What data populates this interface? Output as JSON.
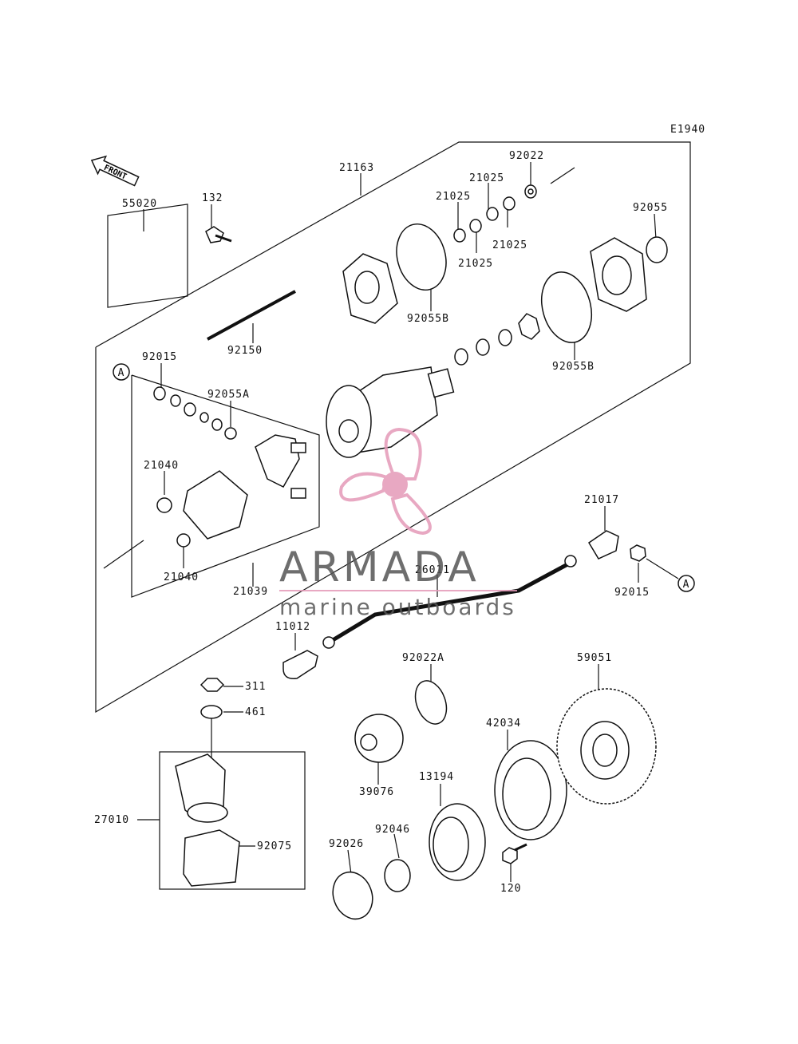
{
  "diagram_code": "E1940",
  "front_label": "FRONT",
  "labels": {
    "p21163": "21163",
    "p92022": "92022",
    "p21025a": "21025",
    "p21025b": "21025",
    "p21025c": "21025",
    "p21025d": "21025",
    "p92055": "92055",
    "p55020": "55020",
    "p132": "132",
    "p92055B_1": "92055B",
    "p92055B_2": "92055B",
    "p92150": "92150",
    "p92015_a": "92015",
    "p92055A": "92055A",
    "p21040_a": "21040",
    "p21040_b": "21040",
    "p21039": "21039",
    "p21017": "21017",
    "p26011": "26011",
    "p92015_b": "92015",
    "p11012": "11012",
    "p311": "311",
    "p461": "461",
    "p92022A": "92022A",
    "p59051": "59051",
    "p42034": "42034",
    "p39076": "39076",
    "p13194": "13194",
    "p27010": "27010",
    "p92075": "92075",
    "p92046": "92046",
    "p92026": "92026",
    "p120": "120",
    "ref_a1": "A",
    "ref_a2": "A"
  },
  "watermark": {
    "brand": "ARMADA",
    "tagline": "marine outboards",
    "logo_color": "#e49ab8",
    "text_color": "#555555"
  }
}
